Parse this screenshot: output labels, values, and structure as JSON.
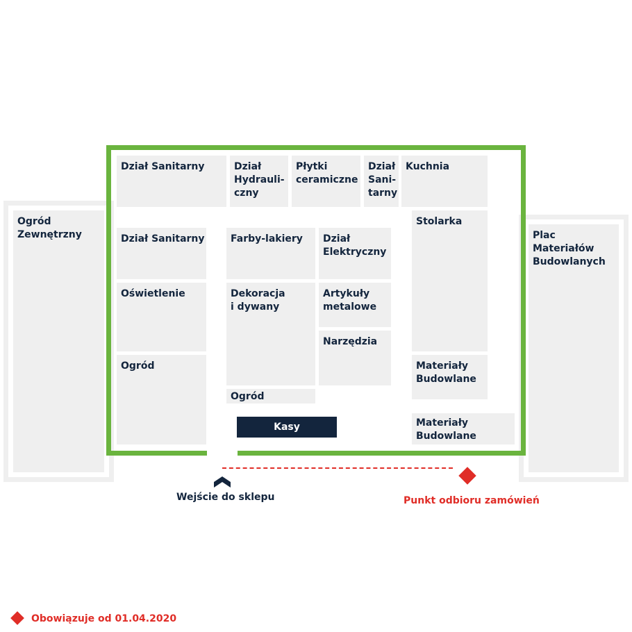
{
  "colors": {
    "store_border": "#6ab43e",
    "zone_fill": "#efefef",
    "label_text": "#13253d",
    "accent_red": "#e02d27",
    "kasy_fill": "#13253d"
  },
  "zones": {
    "ogrod_zewnetrzny": "Ogród\nZewnętrzny",
    "plac_materialow": "Plac Materiałów\nBudowlanych",
    "dzial_sanitarny_1": "Dział Sanitarny",
    "dzial_hydrauliczny": "Dział\nHydrauli-\nczny",
    "plytki_ceramiczne": "Płytki\nceramiczne",
    "dzial_sanitarny_2": "Dział\nSani-\ntarny",
    "kuchnia": "Kuchnia",
    "dzial_sanitarny_3": "Dział Sanitarny",
    "farby_lakiery": "Farby-lakiery",
    "dzial_elektryczny": "Dział\nElektryczny",
    "stolarka": "Stolarka",
    "oswietlenie": "Oświetlenie",
    "dekoracja": "Dekoracja\ni dywany",
    "artykuly_metalowe": "Artykuły\nmetalowe",
    "narzedzia": "Narzędzia",
    "ogrod_1": "Ogród",
    "materialy_1": "Materiały\nBudowlane",
    "ogrod_2": "Ogród",
    "materialy_2": "Materiały\nBudowlane"
  },
  "kasy": "Kasy",
  "entrance_label": "Wejście do sklepu",
  "entrance_icon": "entrance-arrow-icon",
  "pickup_label": "Punkt odbioru zamówień",
  "pickup_icon": "pickup-diamond-icon",
  "validity_note": "Obowiązuje od 01.04.2020"
}
